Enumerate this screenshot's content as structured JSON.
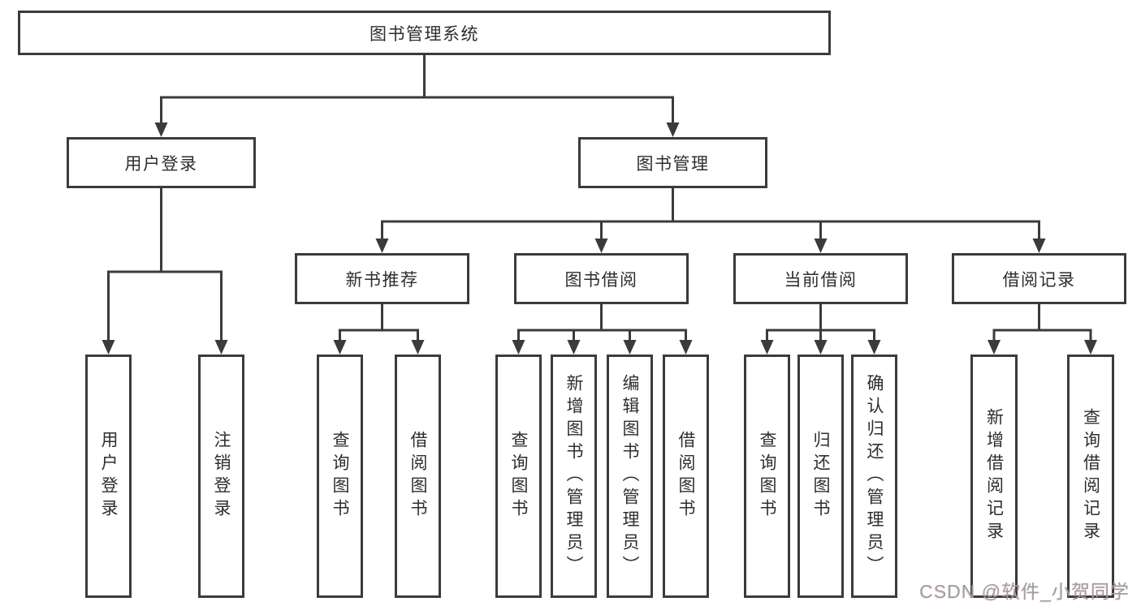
{
  "root": {
    "label": "图书管理系统",
    "children": [
      {
        "label": "用户登录",
        "children": [
          {
            "label": "用户登录"
          },
          {
            "label": "注销登录"
          }
        ]
      },
      {
        "label": "图书管理",
        "children": [
          {
            "label": "新书推荐",
            "children": [
              {
                "label": "查询图书"
              },
              {
                "label": "借阅图书"
              }
            ]
          },
          {
            "label": "图书借阅",
            "children": [
              {
                "label": "查询图书"
              },
              {
                "label": "新增图书（管理员）"
              },
              {
                "label": "编辑图书（管理员）"
              },
              {
                "label": "借阅图书"
              }
            ]
          },
          {
            "label": "当前借阅",
            "children": [
              {
                "label": "查询图书"
              },
              {
                "label": "归还图书"
              },
              {
                "label": "确认归还（管理员）"
              }
            ]
          },
          {
            "label": "借阅记录",
            "children": [
              {
                "label": "新增借阅记录"
              },
              {
                "label": "查询借阅记录"
              }
            ]
          }
        ]
      }
    ]
  },
  "watermark": {
    "text": "CSDN @软件_小贺同学"
  },
  "colors": {
    "line": "#3b3b3b",
    "text": "#2e2e2e",
    "watermark": "#9d9da3"
  }
}
